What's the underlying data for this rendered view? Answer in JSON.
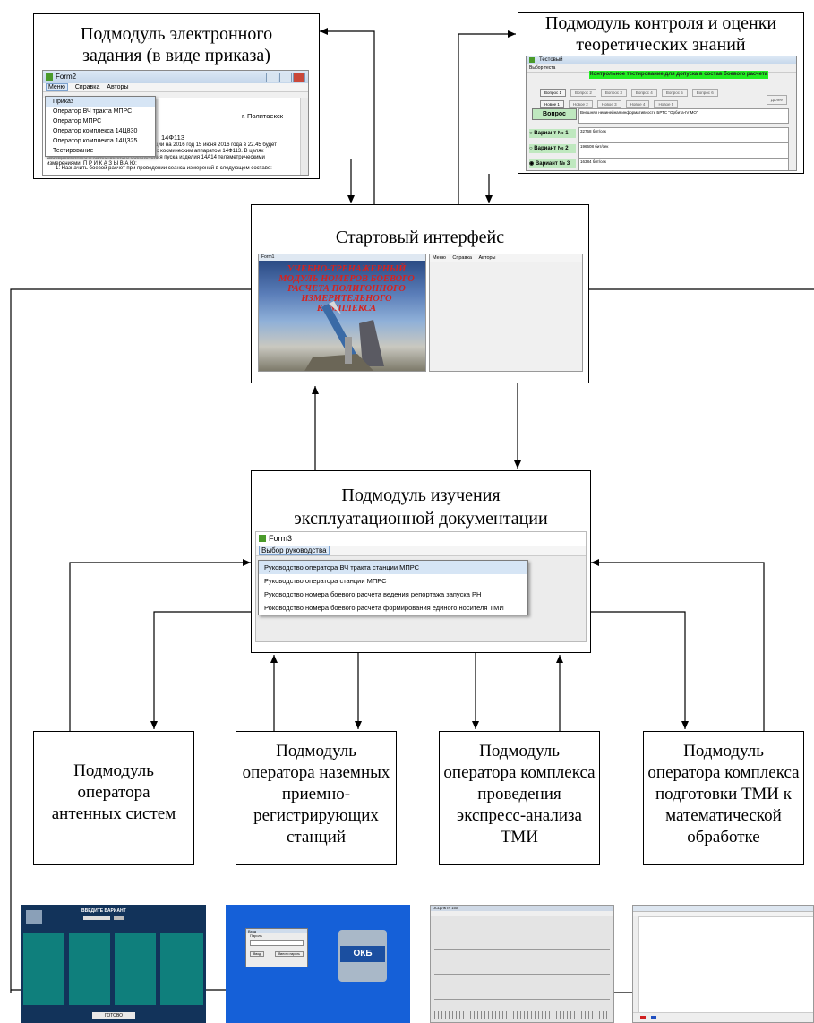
{
  "nodes": {
    "electronic_task": "Подмодуль электронного задания (в виде приказа)",
    "knowledge_control": "Подмодуль контроля и оценки теоретических знаний",
    "start_interface": "Стартовый интерфейс",
    "documentation": "Подмодуль изучения эксплуатационной документации",
    "antenna": "Подмодуль оператора  антенных систем",
    "ground_stations": "Подмодуль оператора наземных приемно-регистрирующих станций",
    "express_analysis": "Подмодуль оператора комплекса проведения экспресс-анализа ТМИ",
    "tmi_prep": "Подмодуль оператора комплекса подготовки ТМИ к математической обработке"
  },
  "order_window": {
    "title": "Form2",
    "menu": [
      "Меню",
      "Справка",
      "Авторы"
    ],
    "dropdown": [
      "Приказ",
      "Оператор ВЧ тракта МПРС",
      "Оператор МПРС",
      "Оператор комплекса 14Ц830",
      "Оператор комплекса 14Ц325",
      "Тестирование"
    ],
    "city": "г. Политаекск",
    "line_no": "14Ф113",
    "text_1": "Согласно плану пусков Российской Федерации на 2016 год 15 июня 2016 года в 22.45 будет осуществлен запуск ракетоносителя 14А14 с космическим аппаратом 14Ф113. В целях своевременного и качественного обеспечения пуска изделия 14А14 телеметрическими измерениями, П Р И К А З Ы В А Ю:",
    "text_2": "1. Назначить боевой расчет при проведении сеанса измерений в следующем составе:"
  },
  "test_window": {
    "title": "Тестовый",
    "sub": "Выбор теста",
    "banner": "Контрольное тестирование для допуска в состав боевого расчета",
    "question_label": "Вопрос",
    "question_text": "Внешняя нелинейная информативность БРТС \"Орбита-IV МО\"",
    "option_1": "Вариант № 1",
    "option_2": "Вариант № 2",
    "option_3": "Вариант № 3",
    "answer_1": "32768 бит/сек",
    "answer_2": "196608 бит/сек",
    "answer_3": "16384 бит/сек",
    "btn_q1": "Вопрос 1",
    "btn_q2": "Вопрос 2",
    "btn_q3": "Вопрос 3",
    "btn_q4": "Вопрос 4",
    "btn_q5": "Вопрос 5",
    "btn_n1": "Новое 1",
    "btn_n2": "Новое 2",
    "btn_n3": "Новое 3",
    "btn_n4": "Новое 4",
    "btn_n5": "Новое 5",
    "btn_next": "Вопрос 6",
    "btn_done": "Далее"
  },
  "start_window": {
    "splash_title": "Form1",
    "splash_text": "УЧЕБНО-ТРЕНАЖЕРНЫЙ МОДУЛЬ НОМЕРОВ БОЕВОГО РАСЧЕТА ПОЛИГОННОГО ИЗМЕРИТЕЛЬНОГО КОМПЛЕКСА",
    "menu": [
      "Меню",
      "Справка",
      "Авторы"
    ]
  },
  "docs_window": {
    "title": "Form3",
    "menu": "Выбор руководства",
    "items": [
      "Руководство оператора ВЧ тракта станции МПРС",
      "Руководство  оператора станции МПРС",
      "Руководство номера боевого расчета ведения репортажа запуска РН",
      "Роководство номера боевого расчета  формирования единого носителя ТМИ"
    ]
  },
  "thumbs": {
    "antenna_header": "ВВЕДИТЕ ВАРИАНТ",
    "antenna_done": "ГОТОВО",
    "login_title": "Вход",
    "login_label": "Пароль",
    "login_ok": "Ввод",
    "login_cancel": "Ввести пароль",
    "logo": "ОКБ",
    "express_header": "ОСЦ ЛКТР 150"
  },
  "colors": {
    "teal_panel": "#0f7f7c",
    "navy": "#12335a",
    "blue_screen": "#1560d8",
    "green_banner": "#22ee22",
    "menu_highlight": "#d6e5f5"
  }
}
